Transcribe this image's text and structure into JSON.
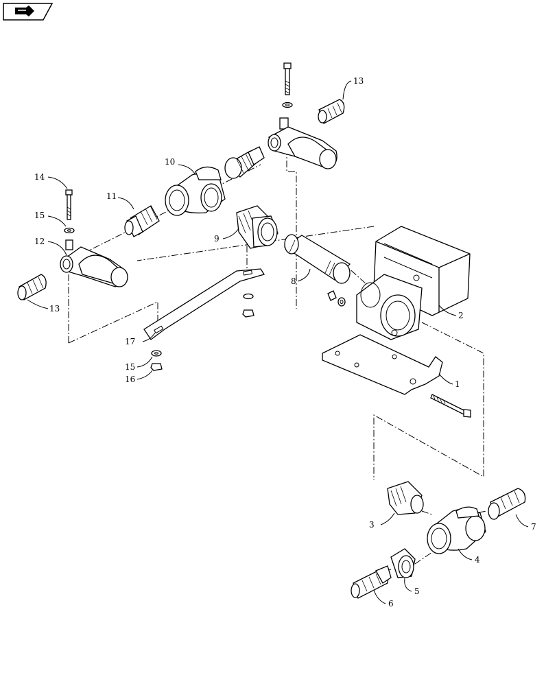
{
  "nav": {
    "icon": "return-arrow-icon"
  },
  "callouts": [
    {
      "id": "c1",
      "text": "1"
    },
    {
      "id": "c2",
      "text": "2"
    },
    {
      "id": "c3",
      "text": "3"
    },
    {
      "id": "c4",
      "text": "4"
    },
    {
      "id": "c5",
      "text": "5"
    },
    {
      "id": "c6",
      "text": "6"
    },
    {
      "id": "c7",
      "text": "7"
    },
    {
      "id": "c8",
      "text": "8"
    },
    {
      "id": "c9",
      "text": "9"
    },
    {
      "id": "c10",
      "text": "10"
    },
    {
      "id": "c11",
      "text": "11"
    },
    {
      "id": "c12",
      "text": "12"
    },
    {
      "id": "c13a",
      "text": "13"
    },
    {
      "id": "c13b",
      "text": "13"
    },
    {
      "id": "c14",
      "text": "14"
    },
    {
      "id": "c15a",
      "text": "15"
    },
    {
      "id": "c15b",
      "text": "15"
    },
    {
      "id": "c16",
      "text": "16"
    },
    {
      "id": "c17",
      "text": "17"
    }
  ]
}
